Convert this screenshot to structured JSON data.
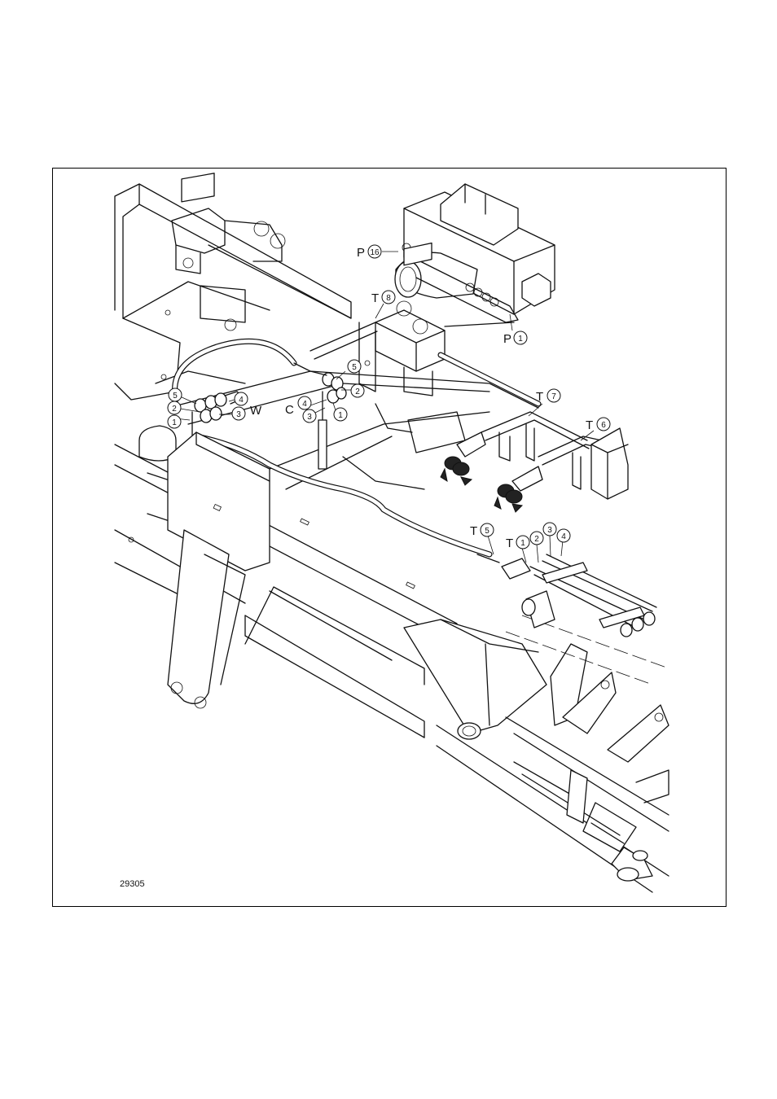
{
  "figure": {
    "id": "29305",
    "callouts": [
      {
        "key": "P16",
        "letter": "P",
        "number": "16"
      },
      {
        "key": "P1",
        "letter": "P",
        "number": "1"
      },
      {
        "key": "T8",
        "letter": "T",
        "number": "8"
      },
      {
        "key": "T7",
        "letter": "T",
        "number": "7"
      },
      {
        "key": "T6",
        "letter": "T",
        "number": "6"
      },
      {
        "key": "T5",
        "letter": "T",
        "number": "5"
      },
      {
        "key": "T1",
        "letter": "T",
        "number": "1"
      },
      {
        "key": "W",
        "letter": "W"
      },
      {
        "key": "C",
        "letter": "C"
      }
    ],
    "group_w_numbers": [
      "5",
      "2",
      "1",
      "4",
      "3"
    ],
    "group_c_numbers": [
      "5",
      "2",
      "4",
      "3",
      "1"
    ],
    "group_t_numbers": [
      "2",
      "3",
      "4"
    ]
  }
}
